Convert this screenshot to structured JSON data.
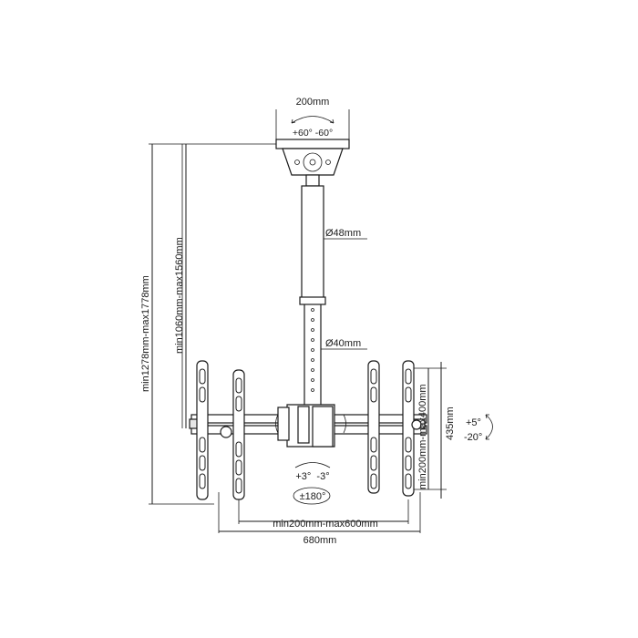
{
  "dimensions": {
    "top_plate_width": "200mm",
    "swivel": "+60° -60°",
    "upper_tube_diameter": "Ø48mm",
    "lower_tube_diameter": "Ø40mm",
    "column_height": "min1060mm-max1560mm",
    "total_height": "min1278mm-max1778mm",
    "vesa_vertical": "min200mm-max400mm",
    "bracket_height": "435mm",
    "tilt": "+5°",
    "tilt_neg": "-20°",
    "level_adjust": "+3°  -3°",
    "rotation": "±180°",
    "vesa_horizontal": "min200mm-max600mm",
    "total_width": "680mm"
  }
}
